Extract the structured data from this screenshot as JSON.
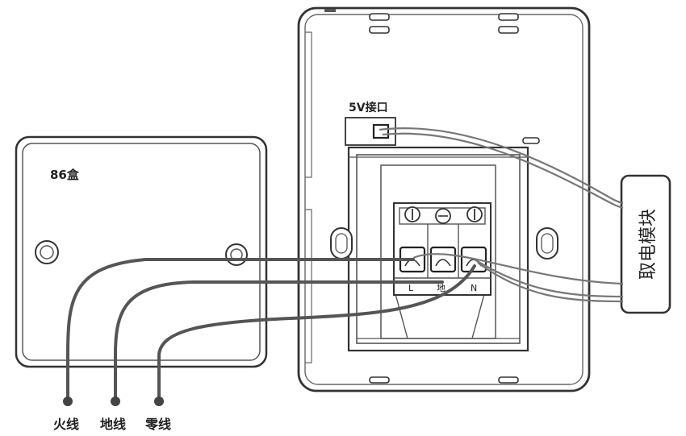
{
  "box": {
    "label": "86盒"
  },
  "port": {
    "label": "5V接口"
  },
  "module": {
    "label": "取电模块"
  },
  "terminals": {
    "l": "L",
    "e": "地",
    "n": "N"
  },
  "wires": {
    "live": "火线",
    "ground": "地线",
    "neutral": "零线"
  },
  "colors": {
    "line": "#333333",
    "wire": "#555555",
    "fill": "#ffffff"
  }
}
